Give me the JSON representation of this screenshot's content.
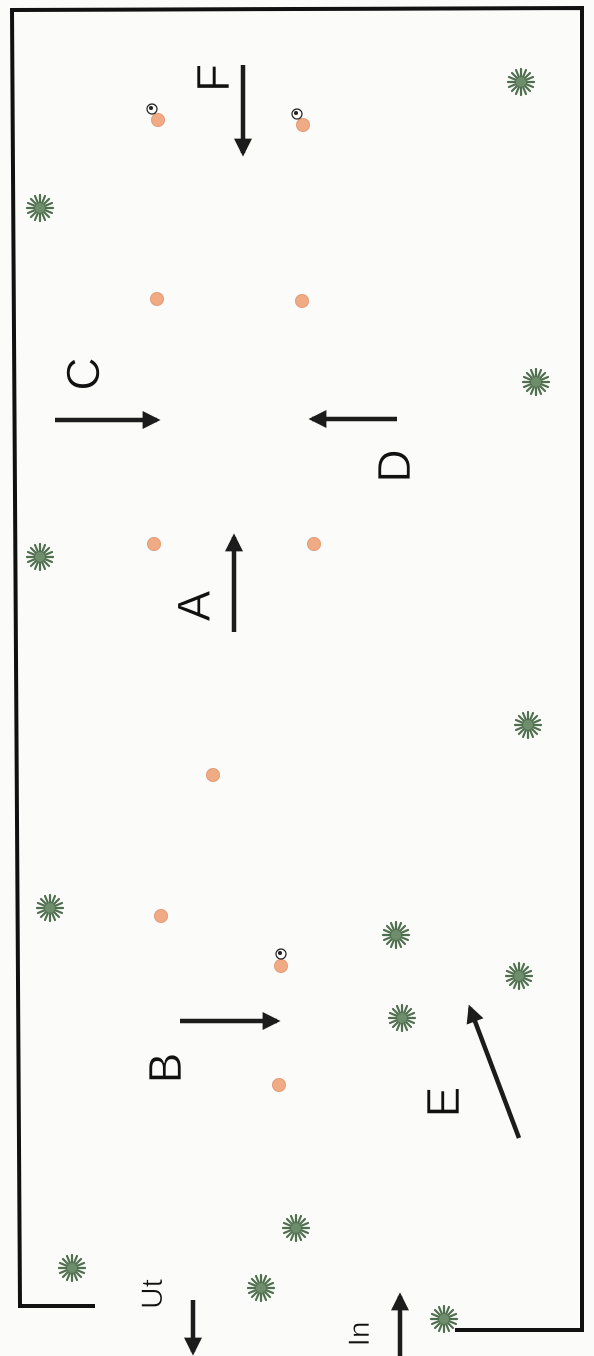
{
  "course": {
    "labels": {
      "a": "A",
      "b": "B",
      "c": "C",
      "d": "D",
      "e": "E",
      "f": "F",
      "exit": "Ut",
      "entry": "In"
    }
  },
  "colors": {
    "border": "#111111",
    "cone": "#f0ab85",
    "bush": "#4f6f4f",
    "arrow": "#1c1c1c",
    "background": "#fbfbf9"
  },
  "icons": {
    "cone": "orange-cone-marker",
    "bush": "green-bush",
    "ball": "ball-on-cone",
    "arrow": "direction-arrow"
  }
}
